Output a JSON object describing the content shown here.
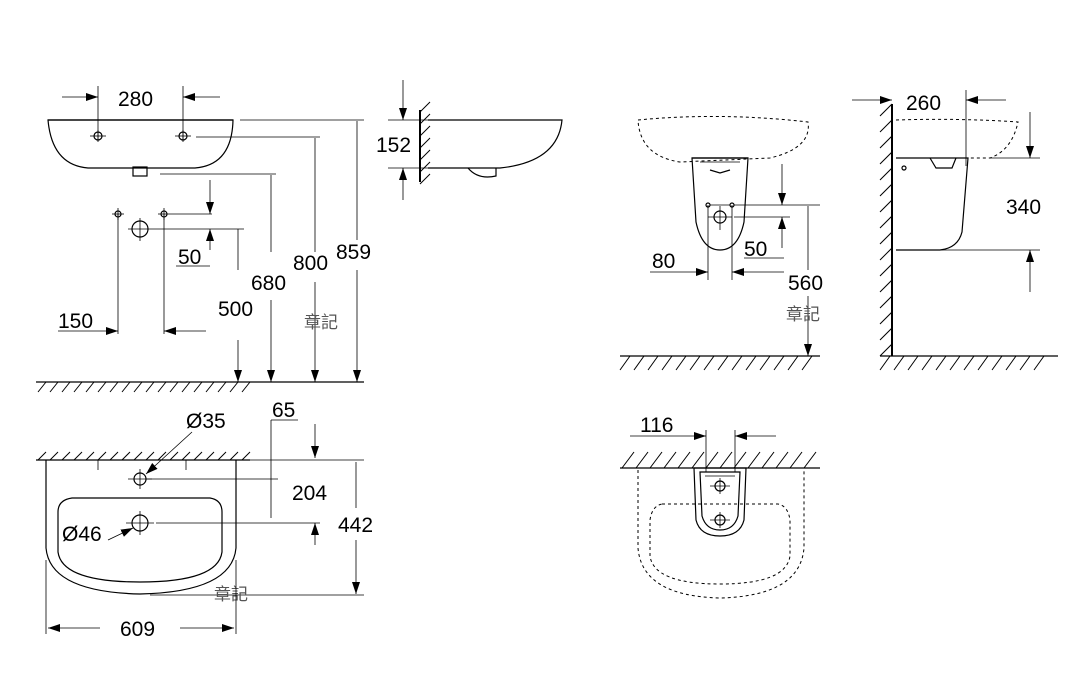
{
  "dimensions": {
    "basin_width_front": "280",
    "wall_gap_side": "152",
    "overflow_drop": "50",
    "height_500": "500",
    "height_680": "680",
    "height_800": "800",
    "height_859": "859",
    "fixing_spacing": "150",
    "tap_hole_diameter": "Ø35",
    "tap_offset": "65",
    "tap_depth": "204",
    "basin_depth": "442",
    "drain_diameter": "Ø46",
    "basin_width_top": "609",
    "pedestal_spacing": "80",
    "pedestal_drop": "50",
    "pedestal_height": "560",
    "pedestal_side_depth": "260",
    "pedestal_side_height": "340",
    "pedestal_top_width": "116"
  },
  "watermark": "章記",
  "colors": {
    "line": "#000000",
    "background": "#ffffff",
    "watermark": "#555555"
  }
}
